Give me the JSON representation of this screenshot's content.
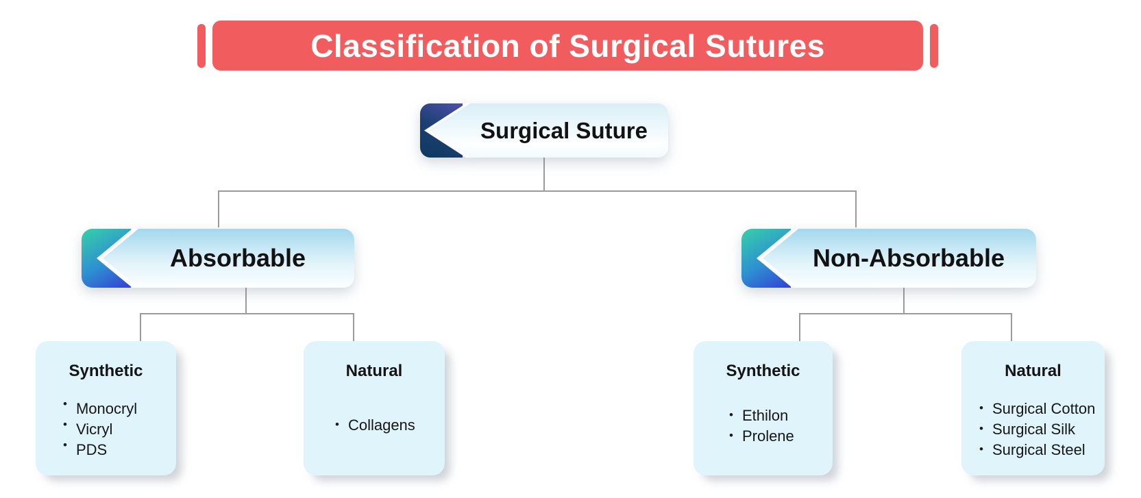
{
  "header": {
    "title": "Classification of Surgical Sutures"
  },
  "root": {
    "label": "Surgical Suture"
  },
  "branches": [
    {
      "label": "Absorbable",
      "children": [
        {
          "title": "Synthetic",
          "items": [
            "Monocryl",
            "Vicryl",
            "PDS"
          ]
        },
        {
          "title": "Natural",
          "items": [
            "Collagens"
          ]
        }
      ]
    },
    {
      "label": "Non-Absorbable",
      "children": [
        {
          "title": "Synthetic",
          "items": [
            "Ethilon",
            "Prolene"
          ]
        },
        {
          "title": "Natural",
          "items": [
            "Surgical Cotton",
            "Surgical Silk",
            "Surgical Steel"
          ]
        }
      ]
    }
  ],
  "icons": {
    "bullet_glyph": "•",
    "chevron": "left-chevron-icon"
  },
  "palette": {
    "banner_red": "#F15C5E",
    "card_blue": "#DFF4FB",
    "line_gray": "#9B9B9B",
    "root_cap_gradient": [
      "#4A4FA5",
      "#0E385F"
    ],
    "branch_cap_gradient": [
      "#35C7AE",
      "#3347D2"
    ],
    "branch_body_top": "#A3D8EE",
    "text_dark": "#141414"
  }
}
